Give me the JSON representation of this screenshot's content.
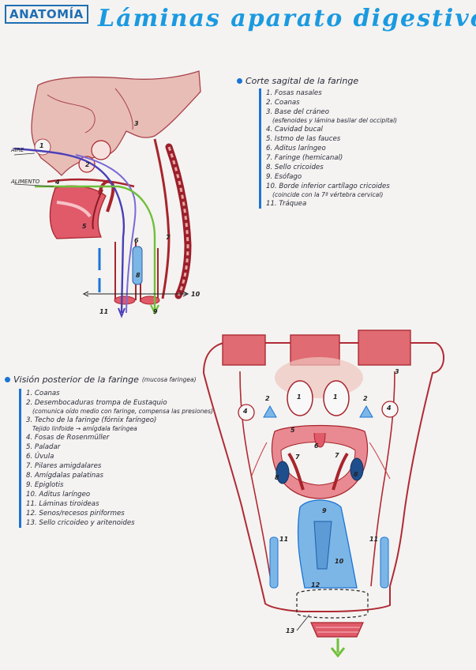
{
  "header": {
    "tag": "ANATOMÍA",
    "title": "Láminas aparato digestivo"
  },
  "sagittal": {
    "title": "Corte sagital de la faringe",
    "items": [
      {
        "text": "1. Fosas nasales"
      },
      {
        "text": "2. Coanas"
      },
      {
        "text": "3. Base del cráneo",
        "note": "(esfenoides y lámina basilar del occipital)"
      },
      {
        "text": "4. Cavidad bucal"
      },
      {
        "text": "5. Istmo de las fauces"
      },
      {
        "text": "6. Aditus laríngeo"
      },
      {
        "text": "7. Faringe (hemicanal)"
      },
      {
        "text": "8. Sello cricoides"
      },
      {
        "text": "9. Esófago"
      },
      {
        "text": "10. Borde inferior cartílago cricoides",
        "note": "(coincide con la 7ª vértebra cervical)"
      },
      {
        "text": "11. Tráquea"
      }
    ],
    "labels": {
      "aire": "AIRE",
      "alimento": "ALIMENTO"
    },
    "diagram_numbers": [
      "1",
      "2",
      "3",
      "4",
      "5",
      "6",
      "7",
      "8",
      "9",
      "10",
      "11"
    ]
  },
  "posterior": {
    "title": "Visión posterior de la faringe",
    "title_note": "(mucosa faringea)",
    "items": [
      {
        "text": "1. Coanas"
      },
      {
        "text": "2. Desembocaduras trompa de Eustaquio",
        "note": "(comunica oído medio con faringe, compensa las presiones)"
      },
      {
        "text": "3. Techo de la faringe (fórnix faríngeo)",
        "note": "Tejido linfoide → amígdala faríngea"
      },
      {
        "text": "4. Fosas de Rosenmüller"
      },
      {
        "text": "5. Paladar"
      },
      {
        "text": "6. Úvula"
      },
      {
        "text": "7. Pilares amigdalares"
      },
      {
        "text": "8. Amígdalas palatinas"
      },
      {
        "text": "9. Epiglotis"
      },
      {
        "text": "10. Aditus laríngeo"
      },
      {
        "text": "11. Láminas tiroideas"
      },
      {
        "text": "12. Senos/recesos piriformes"
      },
      {
        "text": "13. Sello cricoideo y aritenoides"
      }
    ],
    "diagram_numbers": [
      "1",
      "1",
      "2",
      "2",
      "3",
      "4",
      "4",
      "5",
      "6",
      "7",
      "7",
      "8",
      "8",
      "9",
      "10",
      "11",
      "11",
      "12",
      "13"
    ]
  },
  "colors": {
    "title": "#1b9ae0",
    "accent": "#1b74d6",
    "bone": "#e8bdb6",
    "muscle": "#a8242c",
    "mucosa": "#e05a6a",
    "blue": "#7cb6e6",
    "air": "#4a3fb8",
    "food": "#6fbf3a"
  }
}
